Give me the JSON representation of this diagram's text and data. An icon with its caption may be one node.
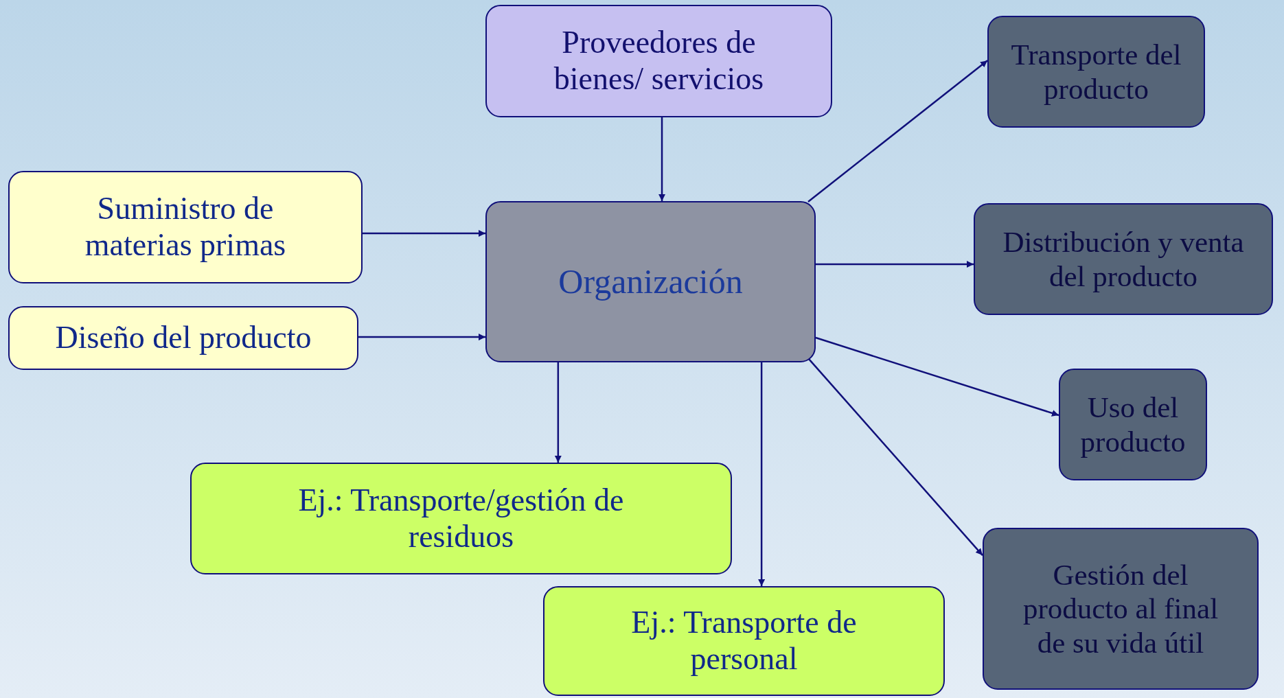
{
  "diagram": {
    "nodes": [
      {
        "text": [
          "Proveedores de bienes/ servicios"
        ]
      },
      {
        "text": [
          "Suministro de materias primas"
        ]
      },
      {
        "text": [
          "Diseño del producto"
        ]
      },
      {
        "text": [
          "Organización"
        ]
      },
      {
        "text": [
          "Transporte del producto"
        ]
      },
      {
        "text": [
          "Distribución y venta del producto"
        ]
      },
      {
        "text": [
          "Uso del producto"
        ]
      },
      {
        "text": [
          "Gestión del producto al final de su vida útil"
        ]
      },
      {
        "text": [
          "Ej.: Transporte/gestión de residuos"
        ]
      },
      {
        "text": [
          "Ej.: Transporte de personal"
        ]
      }
    ],
    "edges": [
      {
        "from": 0,
        "to": 3,
        "arrow": "to"
      },
      {
        "from": 1,
        "to": 3,
        "arrow": "to"
      },
      {
        "from": 2,
        "to": 3,
        "arrow": "to"
      },
      {
        "from": 3,
        "to": 4,
        "arrow": "to"
      },
      {
        "from": 3,
        "to": 5,
        "arrow": "to"
      },
      {
        "from": 3,
        "to": 6,
        "arrow": "to"
      },
      {
        "from": 3,
        "to": 7,
        "arrow": "to"
      },
      {
        "from": 3,
        "to": 8,
        "arrow": "to"
      },
      {
        "from": 3,
        "to": 9,
        "arrow": "to"
      }
    ]
  }
}
